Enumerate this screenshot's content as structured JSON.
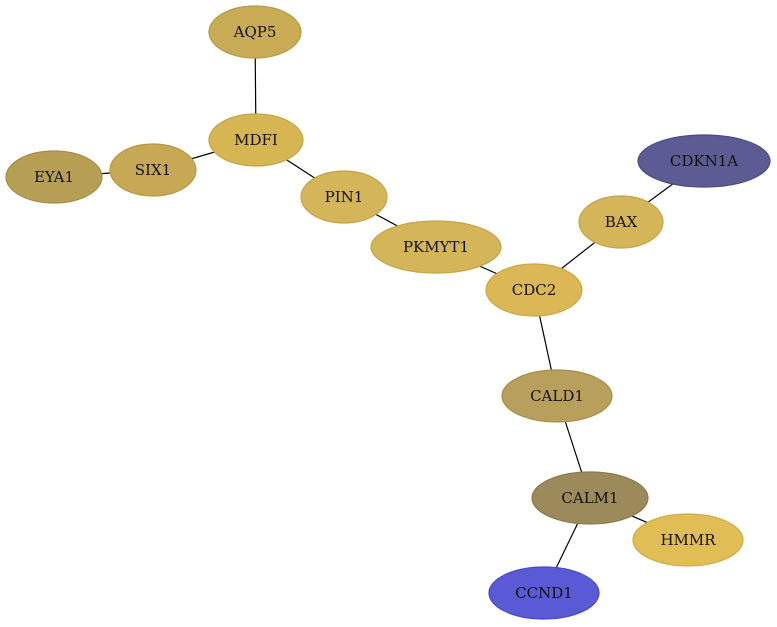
{
  "nodes": [
    {
      "id": "AQP5",
      "label": "AQP5",
      "fill": "#c9ab55",
      "stroke": "#b89a44"
    },
    {
      "id": "MDFI",
      "label": "MDFI",
      "fill": "#d5b652",
      "stroke": "#c4a541"
    },
    {
      "id": "SIX1",
      "label": "SIX1",
      "fill": "#c6a855",
      "stroke": "#b59744"
    },
    {
      "id": "EYA1",
      "label": "EYA1",
      "fill": "#b79e55",
      "stroke": "#a68d44"
    },
    {
      "id": "PIN1",
      "label": "PIN1",
      "fill": "#d4b55a",
      "stroke": "#c3a449"
    },
    {
      "id": "PKMYT1",
      "label": "PKMYT1",
      "fill": "#d4b55a",
      "stroke": "#c3a449"
    },
    {
      "id": "CDC2",
      "label": "CDC2",
      "fill": "#dbb755",
      "stroke": "#caa644"
    },
    {
      "id": "BAX",
      "label": "BAX",
      "fill": "#d4b55a",
      "stroke": "#c3a449"
    },
    {
      "id": "CDKN1A",
      "label": "CDKN1A",
      "fill": "#5c5b94",
      "stroke": "#4b4a83"
    },
    {
      "id": "CALD1",
      "label": "CALD1",
      "fill": "#b89f5c",
      "stroke": "#a78e4b"
    },
    {
      "id": "CALM1",
      "label": "CALM1",
      "fill": "#9c8a5a",
      "stroke": "#8b7949"
    },
    {
      "id": "HMMR",
      "label": "HMMR",
      "fill": "#e0bd55",
      "stroke": "#cfac44"
    },
    {
      "id": "CCND1",
      "label": "CCND1",
      "fill": "#5a5ad6",
      "stroke": "#4949c5"
    }
  ],
  "edges": [
    {
      "source": "AQP5",
      "target": "MDFI"
    },
    {
      "source": "MDFI",
      "target": "SIX1"
    },
    {
      "source": "SIX1",
      "target": "EYA1"
    },
    {
      "source": "MDFI",
      "target": "PIN1"
    },
    {
      "source": "PIN1",
      "target": "PKMYT1"
    },
    {
      "source": "PKMYT1",
      "target": "CDC2"
    },
    {
      "source": "CDC2",
      "target": "BAX"
    },
    {
      "source": "BAX",
      "target": "CDKN1A"
    },
    {
      "source": "CDC2",
      "target": "CALD1"
    },
    {
      "source": "CALD1",
      "target": "CALM1"
    },
    {
      "source": "CALM1",
      "target": "HMMR"
    },
    {
      "source": "CALM1",
      "target": "CCND1"
    }
  ]
}
